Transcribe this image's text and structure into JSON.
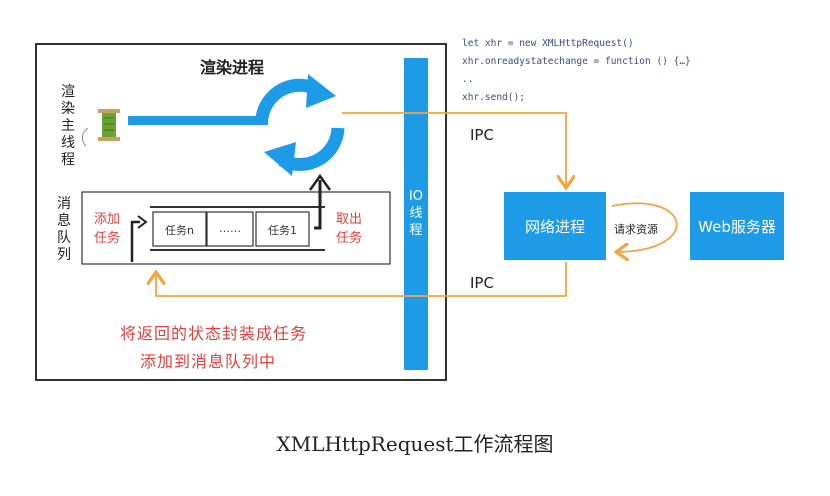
{
  "code_lines": [
    "let xhr = new XMLHttpRequest()",
    "xhr.onreadystatechange = function () {…}",
    "..",
    "xhr.send();"
  ],
  "render_process": {
    "title": "渲染进程",
    "main_thread_label": "渲染主线程",
    "message_queue_label": "消息队列",
    "add_task_label": "添加任务",
    "take_task_label": "取出任务",
    "queue_items": [
      "任务n",
      "……",
      "任务1"
    ],
    "io_thread_label": "IO线程",
    "note_line1": "将返回的状态封装成任务",
    "note_line2": "添加到消息队列中"
  },
  "network": {
    "ipc_top": "IPC",
    "ipc_bottom": "IPC",
    "network_process_label": "网络进程",
    "request_resource_label": "请求资源",
    "web_server_label": "Web服务器"
  },
  "caption": "XMLHttpRequest工作流程图",
  "colors": {
    "blue": "#1e9be6",
    "orange": "#f5a342",
    "red": "#e0413c"
  }
}
